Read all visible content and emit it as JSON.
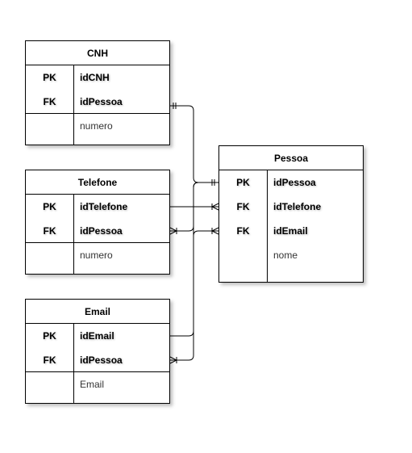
{
  "entities": {
    "cnh": {
      "title": "CNH",
      "keys": [
        {
          "tag": "PK",
          "field": "idCNH"
        },
        {
          "tag": "FK",
          "field": "idPessoa"
        }
      ],
      "attributes": [
        "numero"
      ]
    },
    "telefone": {
      "title": "Telefone",
      "keys": [
        {
          "tag": "PK",
          "field": "idTelefone"
        },
        {
          "tag": "FK",
          "field": "idPessoa"
        }
      ],
      "attributes": [
        "numero"
      ]
    },
    "email": {
      "title": "Email",
      "keys": [
        {
          "tag": "PK",
          "field": "idEmail"
        },
        {
          "tag": "FK",
          "field": "idPessoa"
        }
      ],
      "attributes": [
        "Email"
      ]
    },
    "pessoa": {
      "title": "Pessoa",
      "keys": [
        {
          "tag": "PK",
          "field": "idPessoa"
        },
        {
          "tag": "FK",
          "field": "idTelefone"
        },
        {
          "tag": "FK",
          "field": "idEmail"
        }
      ],
      "attributes": [
        "nome"
      ]
    }
  }
}
